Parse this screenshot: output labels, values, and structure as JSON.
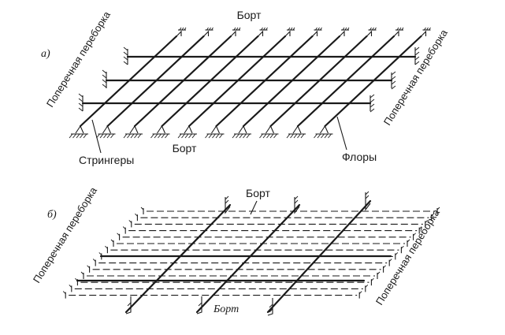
{
  "panel_a": {
    "tag": "а)",
    "top_label": "Борт",
    "bottom_label": "Борт",
    "left_label": "Поперечная переборка",
    "right_label": "Поперечная переборка",
    "stringers_label": "Стрингеры",
    "floors_label": "Флоры"
  },
  "panel_b": {
    "tag": "б)",
    "top_label": "Борт",
    "bottom_label": "Борт",
    "left_label": "Поперечная переборка",
    "right_label": "Поперечная переборка"
  }
}
